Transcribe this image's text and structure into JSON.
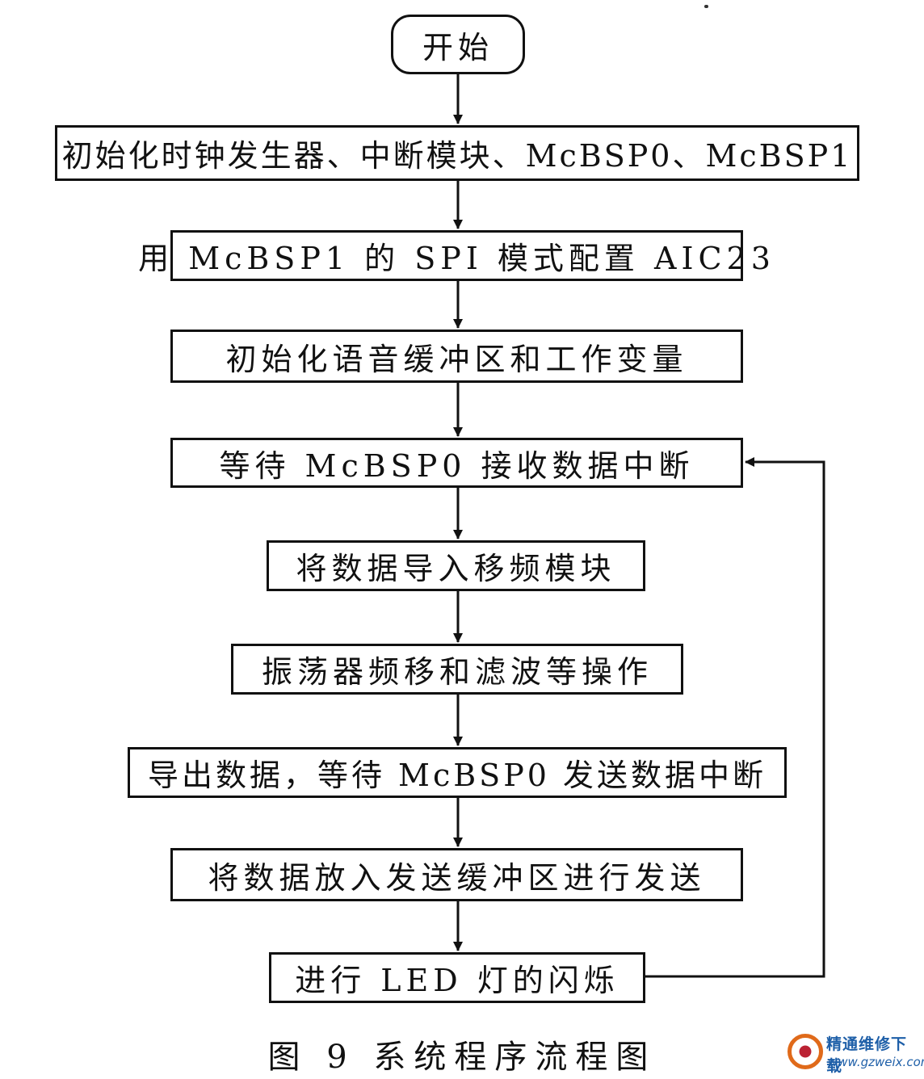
{
  "flowchart": {
    "start": "开始",
    "steps": [
      "初始化时钟发生器、中断模块、McBSP0、McBSP1",
      "用 McBSP1 的 SPI 模式配置 AIC23",
      "初始化语音缓冲区和工作变量",
      "等待 McBSP0 接收数据中断",
      "将数据导入移频模块",
      "振荡器频移和滤波等操作",
      "导出数据，等待 McBSP0 发送数据中断",
      "将数据放入发送缓冲区进行发送",
      "进行 LED 灯的闪烁"
    ]
  },
  "caption": "图 9   系统程序流程图",
  "watermark": {
    "title": "精通维修下载",
    "url": "www.gzweix.com"
  }
}
